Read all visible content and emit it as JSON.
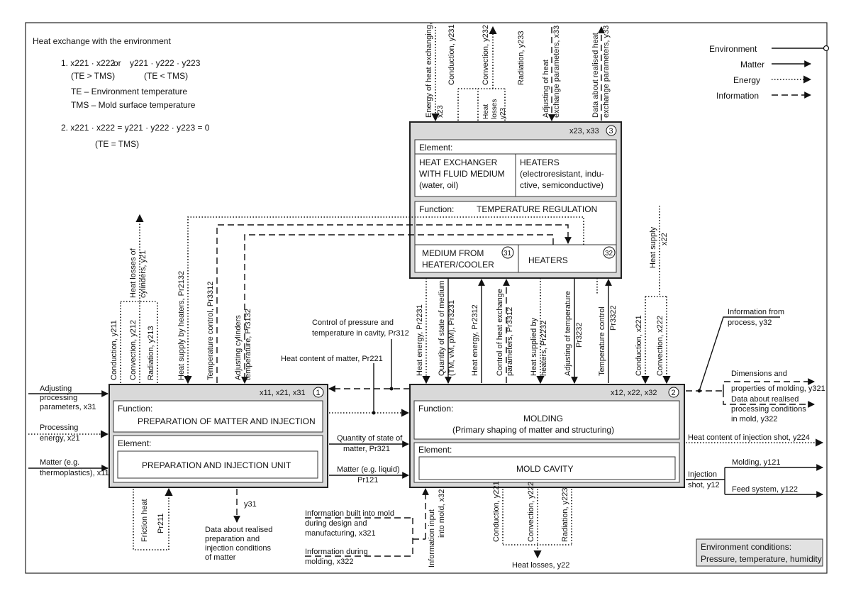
{
  "heat_exchange": {
    "title": "Heat exchange with the environment",
    "line1_left": "1.  x221 · x222",
    "line1_or": "or",
    "line1_right": "y221 · y222 · y223",
    "line2_left": "(TE > TMS)",
    "line2_right": "(TE < TMS)",
    "te_def": "TE – Environment temperature",
    "tms_def": "TMS – Mold surface temperature",
    "line3": "2.  x221 · x222 = y221 · y222 · y223 = 0",
    "line4": "(TE = TMS)"
  },
  "legend": {
    "environment": "Environment",
    "matter": "Matter",
    "energy": "Energy",
    "information": "Information"
  },
  "box1": {
    "vars": "x11, x21, x31",
    "number": "1",
    "function_label": "Function:",
    "function_text": "PREPARATION OF MATTER AND INJECTION",
    "element_label": "Element:",
    "element_text": "PREPARATION AND INJECTION UNIT"
  },
  "box2": {
    "vars": "x12, x22, x32",
    "number": "2",
    "function_label": "Function:",
    "function_line1": "MOLDING",
    "function_line2": "(Primary shaping of matter and structuring)",
    "element_label": "Element:",
    "element_text": "MOLD CAVITY"
  },
  "box3": {
    "vars": "x23, x33",
    "number": "3",
    "element_label": "Element:",
    "hx_line1": "HEAT EXCHANGER",
    "hx_line2": "WITH FLUID MEDIUM",
    "hx_line3": "(water, oil)",
    "heaters_line1": "HEATERS",
    "heaters_line2": "(electroresistant, indu-",
    "heaters_line3": "ctive, semiconductive)",
    "function_label": "Function:",
    "function_text": "TEMPERATURE REGULATION",
    "sub31_line1": "MEDIUM FROM",
    "sub31_line2": "HEATER/COOLER",
    "sub31_number": "31",
    "sub32_text": "HEATERS",
    "sub32_number": "32"
  },
  "left_inputs": {
    "adjusting_1": "Adjusting",
    "adjusting_2": "processing",
    "adjusting_3": "parameters, x31",
    "energy_1": "Processing",
    "energy_2": "energy, x21",
    "matter_1": "Matter (e.g.",
    "matter_2": "thermoplastics), x11"
  },
  "top_left_labels": {
    "conduction": "Conduction, y211",
    "convection": "Convection, y212",
    "radiation": "Radiation, y213",
    "heat_losses_1": "Heat losses of",
    "heat_losses_2": "cylinders, y21",
    "heat_supply": "Heat supply by heaters, Pr2132",
    "temp_control": "Temperature control, Pr3312",
    "adjusting_cyl_1": "Adjusting cylinders",
    "adjusting_cyl_2": "temperature, Pr3132"
  },
  "top_right_labels": {
    "energy_he_1": "Energy of heat exchanging,",
    "energy_he_2": "x23",
    "conduction": "Conduction, y231",
    "convection": "Convection, y232",
    "radiation": "Radiation, y233",
    "heat_losses_1": "Heat",
    "heat_losses_2": "losses",
    "heat_losses_3": "y23",
    "adjusting_he_1": "Adjusting of heat",
    "adjusting_he_2": "exchange parameters, x33",
    "data_he_1": "Data about realised heat",
    "data_he_2": "exchange parameters, y33"
  },
  "middle_labels": {
    "control_pt_1": "Control of pressure and",
    "control_pt_2": "temperature in cavity, Pr312",
    "heat_content": "Heat content of matter, Pr221",
    "heat_energy_1": "Heat energy, Pr2231",
    "quantity_1": "Quantity of state of medium",
    "quantity_2": "(TM, vM, pM), Pr3231",
    "heat_energy_2": "Heat energy, Pr2312",
    "control_he_1": "Control of heat exchange",
    "control_he_2": "parameters, Pr3312",
    "heat_supplied_1": "Heat supplied by",
    "heat_supplied_2": "heaters, Pr2232",
    "adjusting_temp_1": "Adjusting of temperature",
    "adjusting_temp_2": "Pr3232",
    "temp_control": "Temperature control",
    "temp_control_2": "Pr3322",
    "conduction": "Conduction, x221",
    "convection": "Convection, x222",
    "heat_supply_1": "Heat supply",
    "heat_supply_2": "x22",
    "qty_matter_1": "Quantity of state of",
    "qty_matter_2": "matter, Pr321",
    "matter_liquid_1": "Matter (e.g. liquid)",
    "matter_liquid_2": "Pr121"
  },
  "right_labels": {
    "info_process_1": "Information from",
    "info_process_2": "process, y32",
    "dims_1": "Dimensions and",
    "dims_2": "properties of molding, y321",
    "data_mold_1": "Data about realised",
    "data_mold_2": "processing conditions",
    "data_mold_3": "in mold, y322",
    "heat_shot": "Heat content of injection shot, y224",
    "injection_1": "Injection",
    "injection_2": "shot, y12",
    "molding": "Molding, y121",
    "feed": "Feed system, y122"
  },
  "bottom_labels": {
    "friction_1": "Friction heat",
    "friction_2": "Pr211",
    "y31": "y31",
    "data_prep_1": "Data about realised",
    "data_prep_2": "preparation and",
    "data_prep_3": "injection conditions",
    "data_prep_4": "of matter",
    "info_built_1": "Information built into mold",
    "info_built_2": "during design and",
    "info_built_3": "manufacturing, x321",
    "info_during_1": "Information during",
    "info_during_2": "molding, x322",
    "info_input_1": "Information input",
    "info_input_2": "into mold, x32",
    "conduction": "Conduction, y221",
    "convection": "Convection, y222",
    "radiation": "Radiation, y223",
    "heat_losses": "Heat losses, y22"
  },
  "env_box": {
    "line1": "Environment conditions:",
    "line2": "Pressure, temperature, humidity"
  }
}
